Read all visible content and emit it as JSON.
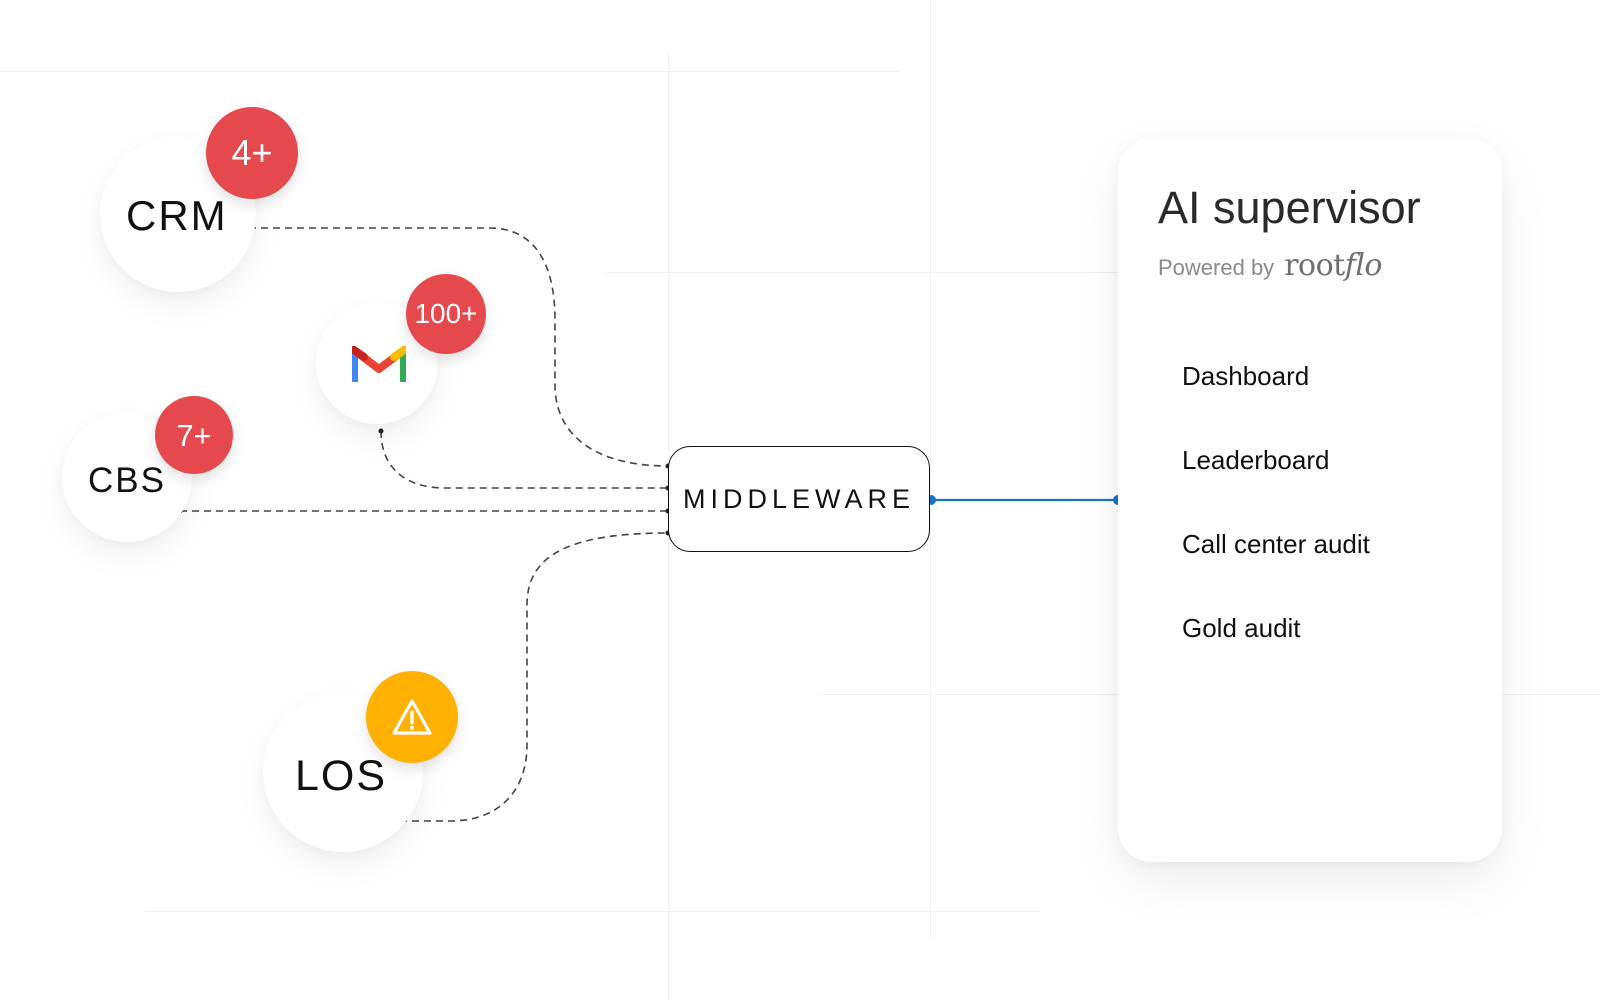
{
  "sources": [
    {
      "id": "crm",
      "label": "CRM",
      "badge": "4+",
      "badge_color": "#e5484d"
    },
    {
      "id": "gmail",
      "label": "",
      "icon": "gmail-icon",
      "badge": "100+",
      "badge_color": "#e5484d"
    },
    {
      "id": "cbs",
      "label": "CBS",
      "badge": "7+",
      "badge_color": "#e5484d"
    },
    {
      "id": "los",
      "label": "LOS",
      "badge_icon": "warning-icon",
      "badge_color": "#ffb000"
    }
  ],
  "middleware": {
    "label": "MIDDLEWARE"
  },
  "connector_color": "#1a73c8",
  "panel": {
    "title": "AI supervisor",
    "powered_by": "Powered by",
    "brand_prefix": "root",
    "brand_suffix": "flo",
    "menu": [
      {
        "label": "Dashboard"
      },
      {
        "label": "Leaderboard"
      },
      {
        "label": "Call center audit"
      },
      {
        "label": "Gold audit"
      }
    ]
  }
}
